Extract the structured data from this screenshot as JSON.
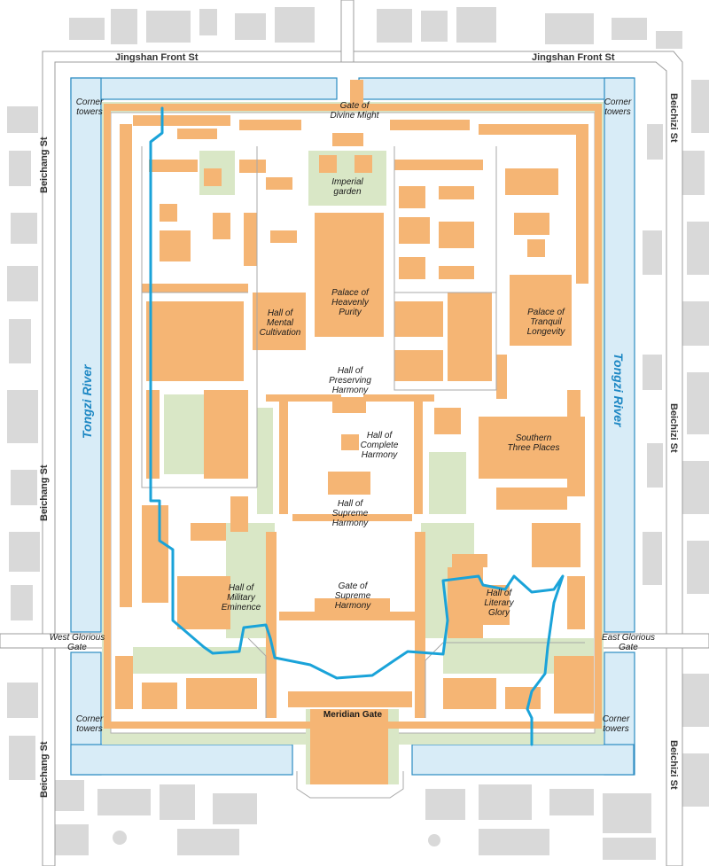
{
  "colors": {
    "buildings": "#f5b574",
    "green_areas": "#d9e7c6",
    "moat_water": "#d8ecf7",
    "river": "#1aa3d9",
    "city_blocks": "#d9d9d9"
  },
  "streets": {
    "north_left": "Jingshan Front St",
    "north_right": "Jingshan Front St",
    "west_upper": "Beichang St",
    "west_middle": "Beichang St",
    "west_lower": "Beichang St",
    "east_upper": "Beichizi St",
    "east_middle": "Beichizi St",
    "east_lower": "Beichizi St"
  },
  "rivers": {
    "west": "Tongzi River",
    "east": "Tongzi River"
  },
  "gates": {
    "north": "Gate of\nDivine Might",
    "west": "West Glorious\nGate",
    "east": "East Glorious\nGate",
    "south": "Meridian Gate"
  },
  "corner_towers": {
    "nw": "Corner\ntowers",
    "ne": "Corner\ntowers",
    "sw": "Corner\ntowers",
    "se": "Corner\ntowers"
  },
  "places": {
    "imperial_garden": "Imperial\ngarden",
    "heavenly_purity": "Palace of\nHeavenly\nPurity",
    "mental_cultivation": "Hall of\nMental\nCultivation",
    "tranquil_longevity": "Palace of\nTranquil\nLongevity",
    "preserving_harmony": "Hall of\nPreserving\nHarmony",
    "complete_harmony": "Hall of\nComplete\nHarmony",
    "supreme_harmony": "Hall of\nSupreme\nHarmony",
    "southern_three": "Southern\nThree Places",
    "military_eminence": "Hall of\nMilitary\nEminence",
    "gate_supreme_harmony": "Gate of\nSupreme\nHarmony",
    "literary_glory": "Hall of\nLiterary\nGlory"
  }
}
